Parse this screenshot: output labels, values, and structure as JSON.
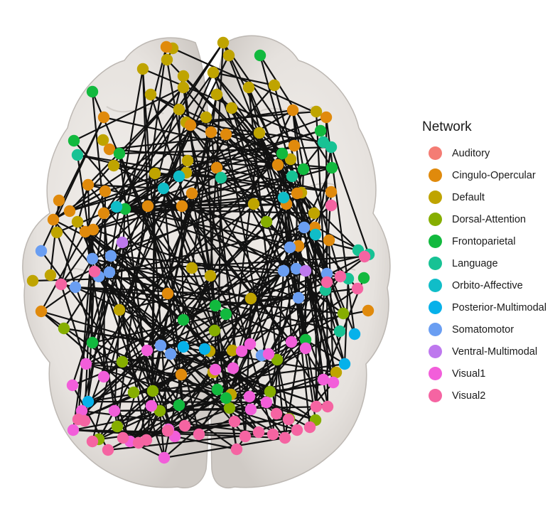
{
  "legend": {
    "title": "Network",
    "entries": [
      {
        "id": "auditory",
        "label": "Auditory",
        "color": "#F47C74"
      },
      {
        "id": "cingulo-opercular",
        "label": "Cingulo-Opercular",
        "color": "#E08A0C"
      },
      {
        "id": "default",
        "label": "Default",
        "color": "#BFA400"
      },
      {
        "id": "dorsal-attention",
        "label": "Dorsal-Attention",
        "color": "#86AE00"
      },
      {
        "id": "frontoparietal",
        "label": "Frontoparietal",
        "color": "#12B93E"
      },
      {
        "id": "language",
        "label": "Language",
        "color": "#17C294"
      },
      {
        "id": "orbito-affective",
        "label": "Orbito-Affective",
        "color": "#10BDC8"
      },
      {
        "id": "posterior-multimodal",
        "label": "Posterior-Multimodal",
        "color": "#06B1EA"
      },
      {
        "id": "somatomotor",
        "label": "Somatomotor",
        "color": "#6A9EF2"
      },
      {
        "id": "ventral-multimodal",
        "label": "Ventral-Multimodal",
        "color": "#BE78EE"
      },
      {
        "id": "visual1",
        "label": "Visual1",
        "color": "#F25EDA"
      },
      {
        "id": "visual2",
        "label": "Visual2",
        "color": "#F564A2"
      }
    ]
  }
}
